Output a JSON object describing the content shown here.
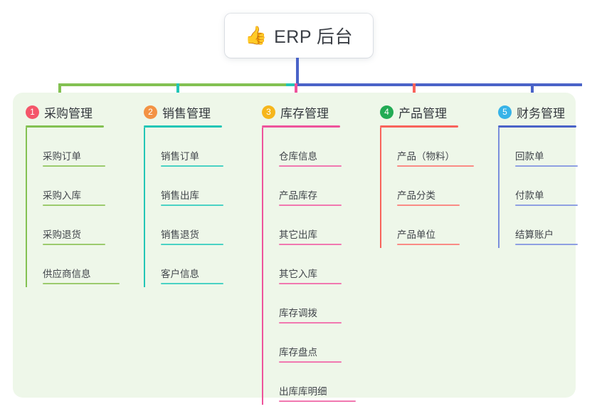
{
  "root": {
    "icon": "thumbs-up-icon",
    "emoji": "👍",
    "title": "ERP 后台"
  },
  "canvas": {
    "background": "#eef7e9"
  },
  "columns": [
    {
      "index": "1",
      "title": "采购管理",
      "badge_color": "#f4566a",
      "line_color": "#83c152",
      "items": [
        "采购订单",
        "采购入库",
        "采购退货",
        "供应商信息"
      ]
    },
    {
      "index": "2",
      "title": "销售管理",
      "badge_color": "#f39244",
      "line_color": "#23c6b6",
      "items": [
        "销售订单",
        "销售出库",
        "销售退货",
        "客户信息"
      ]
    },
    {
      "index": "3",
      "title": "库存管理",
      "badge_color": "#f6b61c",
      "line_color": "#ee539b",
      "items": [
        "仓库信息",
        "产品库存",
        "其它出库",
        "其它入库",
        "库存调拨",
        "库存盘点",
        "出库库明细"
      ]
    },
    {
      "index": "4",
      "title": "产品管理",
      "badge_color": "#22ab54",
      "line_color": "#f8635b",
      "items": [
        "产品（物料）",
        "产品分类",
        "产品单位"
      ]
    },
    {
      "index": "5",
      "title": "财务管理",
      "badge_color": "#37b3e8",
      "line_color": "#4a63c8",
      "items": [
        "回款单",
        "付款单",
        "结算账户"
      ]
    }
  ],
  "connectors": {
    "trunk_color": "#4a63c8",
    "bar_segments": [
      {
        "color": "#83c152"
      },
      {
        "color": "#23c6b6"
      },
      {
        "color": "#4a63c8"
      }
    ]
  }
}
